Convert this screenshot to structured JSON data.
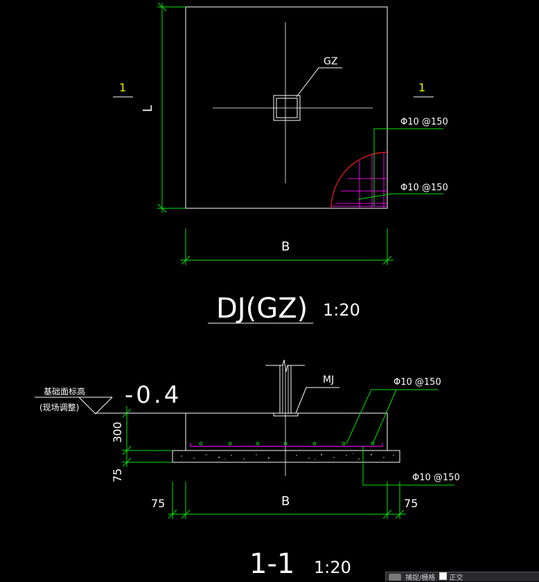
{
  "colors": {
    "background": "#000000",
    "outline": "#ffffff",
    "dimension": "#00e600",
    "rebar_mesh": "#e600e6",
    "cut_arc": "#ff1a1a",
    "label_yellow": "#f0f000"
  },
  "plan": {
    "column_label": "GZ",
    "section_mark_left": "1",
    "section_mark_right": "1",
    "dim_length": "L",
    "dim_width": "B",
    "rebar_top": "Φ10 @150",
    "rebar_bottom": "Φ10 @150",
    "title": "DJ(GZ)",
    "scale": "1:20"
  },
  "section": {
    "elevation_note_line1": "基础面标高",
    "elevation_note_line2": "(现场调整)",
    "elevation_value": "-0.4",
    "embed_label": "MJ",
    "rebar_top": "Φ10 @150",
    "rebar_bottom": "Φ10 @150",
    "dim_height": "300",
    "dim_cushion": "75",
    "dim_left": "75",
    "dim_width": "B",
    "dim_right": "75",
    "title": "1-1",
    "scale": "1:20"
  },
  "status_bar": {
    "item1": "捕捉/栅格",
    "item2": "正交"
  }
}
